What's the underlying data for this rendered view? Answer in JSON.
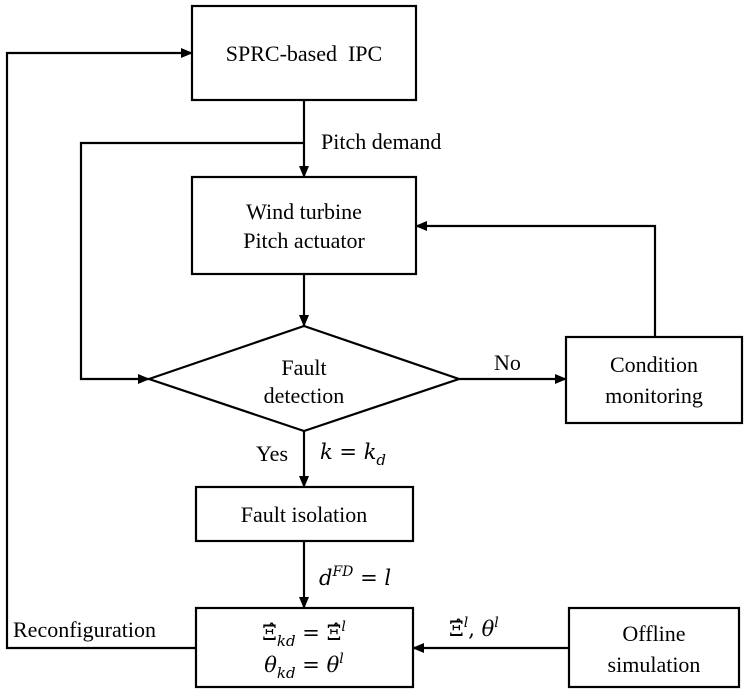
{
  "nodes": {
    "ipc": {
      "label": "SPRC-based  IPC"
    },
    "turbine": {
      "line1": "Wind turbine",
      "line2": "Pitch actuator"
    },
    "detection": {
      "line1": "Fault",
      "line2": "detection"
    },
    "monitoring": {
      "line1": "Condition",
      "line2": "monitoring"
    },
    "isolation": {
      "label": "Fault isolation"
    },
    "reconfig_block": {
      "line1": {
        "sym": "Ξ̂",
        "sub": "kd",
        "rhs_sym": "Ξ̂",
        "rhs_sup": "l"
      },
      "line2": {
        "sym": "θ",
        "sub": "kd",
        "rhs_sym": "θ",
        "rhs_sup": "l"
      }
    },
    "offline": {
      "line1": "Offline",
      "line2": "simulation"
    }
  },
  "edge_labels": {
    "pitch_demand": "Pitch demand",
    "no": "No",
    "yes": "Yes",
    "k_eq": {
      "lhs": "k",
      "rhs": "k",
      "rhs_sub": "d"
    },
    "dfd_eq": {
      "lhs": "d",
      "lhs_sup": "FD",
      "rhs": "l"
    },
    "offline_params": {
      "sym1": "Ξ̂",
      "sup1": "l",
      "sep": ", ",
      "sym2": "θ",
      "sup2": "l"
    },
    "reconfiguration": "Reconfiguration"
  },
  "colors": {
    "stroke": "#000000",
    "fill": "#ffffff",
    "text": "#000000"
  }
}
